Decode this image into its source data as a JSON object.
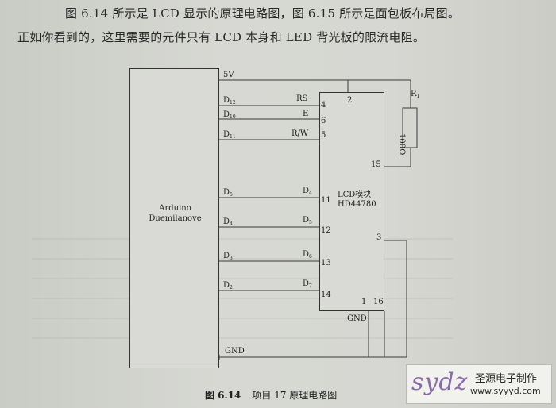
{
  "body_text": {
    "line1": "图 6.14 所示是 LCD 显示的原理电路图，图 6.15 所示是面包板布局图。",
    "line2": "正如你看到的，这里需要的元件只有 LCD 本身和 LED 背光板的限流电阻。"
  },
  "arduino": {
    "name_line1": "Arduino",
    "name_line2": "Duemilanove"
  },
  "lcd": {
    "name_line1": "LCD模块",
    "name_line2": "HD44780"
  },
  "resistor": {
    "ref": "R",
    "ref_sub": "1",
    "value": "100Ω"
  },
  "nets": {
    "vcc": "5V",
    "gnd_arduino": "GND",
    "gnd_lcd": "GND",
    "rs": {
      "pin": "D",
      "pin_sub": "12",
      "signal": "RS",
      "lcd_pin": "4"
    },
    "e": {
      "pin": "D",
      "pin_sub": "10",
      "signal": "E",
      "lcd_pin": "6"
    },
    "rw": {
      "pin": "D",
      "pin_sub": "11",
      "signal": "R/W",
      "lcd_pin": "5"
    },
    "d4": {
      "pin": "D",
      "pin_sub": "5",
      "signal": "D",
      "signal_sub": "4",
      "lcd_pin": "11"
    },
    "d5": {
      "pin": "D",
      "pin_sub": "4",
      "signal": "D",
      "signal_sub": "5",
      "lcd_pin": "12"
    },
    "d6": {
      "pin": "D",
      "pin_sub": "3",
      "signal": "D",
      "signal_sub": "6",
      "lcd_pin": "13"
    },
    "d7": {
      "pin": "D",
      "pin_sub": "2",
      "signal": "D",
      "signal_sub": "7",
      "lcd_pin": "14"
    },
    "lcd_pin2": "2",
    "lcd_pin15": "15",
    "lcd_pin3": "3",
    "lcd_pin1": "1",
    "lcd_pin16": "16"
  },
  "caption": {
    "fig": "图 6.14",
    "title": "项目 17 原理电路图"
  },
  "watermark": {
    "mark": "sydz",
    "name": "圣源电子制作",
    "url": "www.syyyd.com"
  },
  "colors": {
    "paper": "#d6d7d2",
    "ink": "#2a2a2a",
    "logo_purple": "#8c6aa8"
  }
}
